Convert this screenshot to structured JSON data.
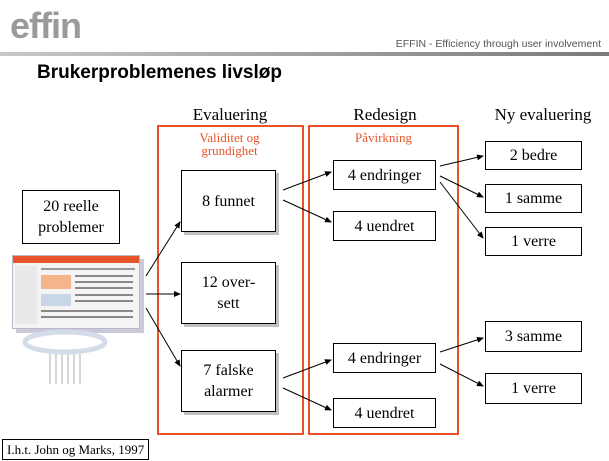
{
  "header": {
    "logo_text": "effin",
    "tagline": "EFFIN - Efficiency through user involvement"
  },
  "title": "Brukerproblemenes livsløp",
  "columns": {
    "evaluering": "Evaluering",
    "redesign": "Redesign",
    "ny_evaluering": "Ny evaluering"
  },
  "frames": {
    "evaluering_label": "Validitet og grundighet",
    "redesign_label": "Påvirkning"
  },
  "colors": {
    "accent": "#e8542a",
    "logo": "#9a9a9a"
  },
  "source": {
    "text": "20 reelle problemer"
  },
  "evaluation": [
    {
      "text": "8 funnet"
    },
    {
      "text": "12 over-sett"
    },
    {
      "text": "7 falske alarmer"
    }
  ],
  "redesign": [
    {
      "text": "4 endringer"
    },
    {
      "text": "4 uendret"
    },
    {
      "text": "4 endringer"
    },
    {
      "text": "4 uendret"
    }
  ],
  "reevaluation": [
    {
      "text": "2 bedre"
    },
    {
      "text": "1 samme"
    },
    {
      "text": "1 verre"
    },
    {
      "text": "3 samme"
    },
    {
      "text": "1 verre"
    }
  ],
  "citation": "I.h.t. John og Marks, 1997"
}
